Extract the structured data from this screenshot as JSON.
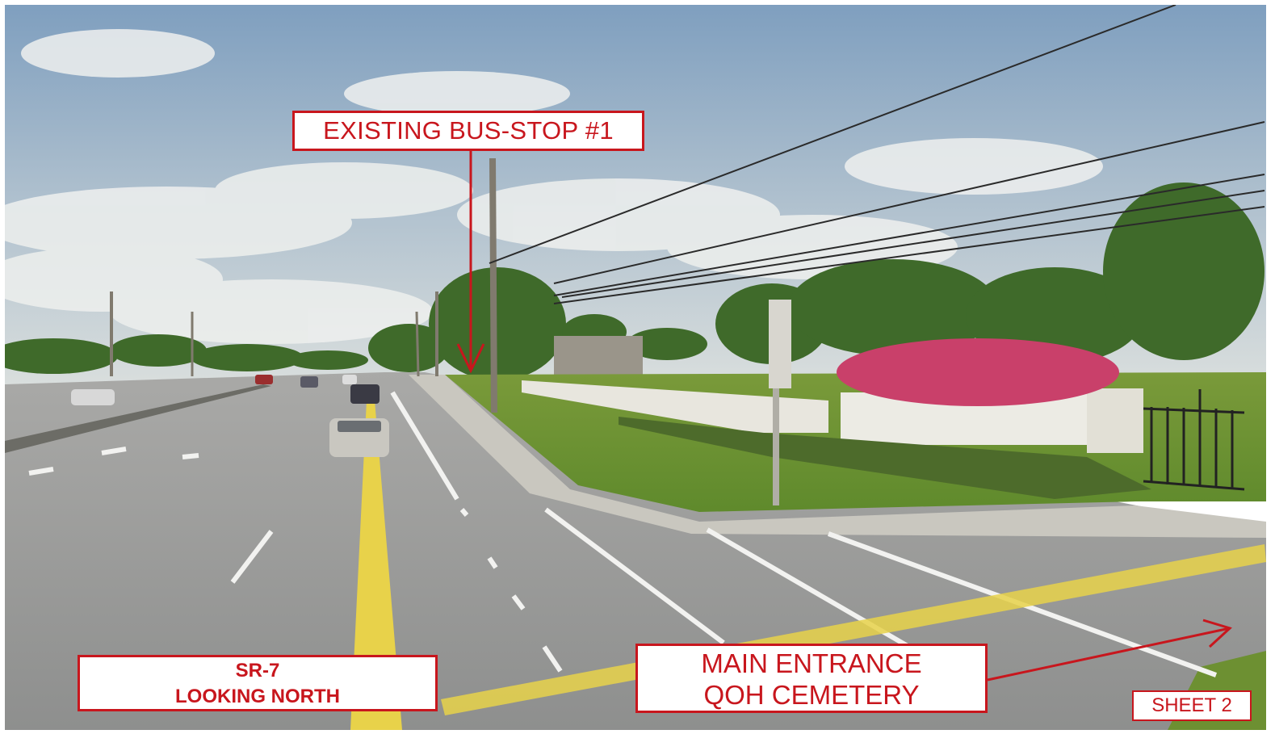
{
  "annotations": {
    "bus_stop": "EXISTING BUS-STOP #1",
    "road": {
      "line1": "SR-7",
      "line2": "LOOKING NORTH"
    },
    "entrance": {
      "line1": "MAIN ENTRANCE",
      "line2": "QOH CEMETERY"
    },
    "sheet": "SHEET 2"
  },
  "colors": {
    "annotation_red": "#c8161d",
    "center_line_yellow": "#e8d24a"
  },
  "icons": [
    "arrow-down-icon",
    "arrow-right-icon"
  ]
}
